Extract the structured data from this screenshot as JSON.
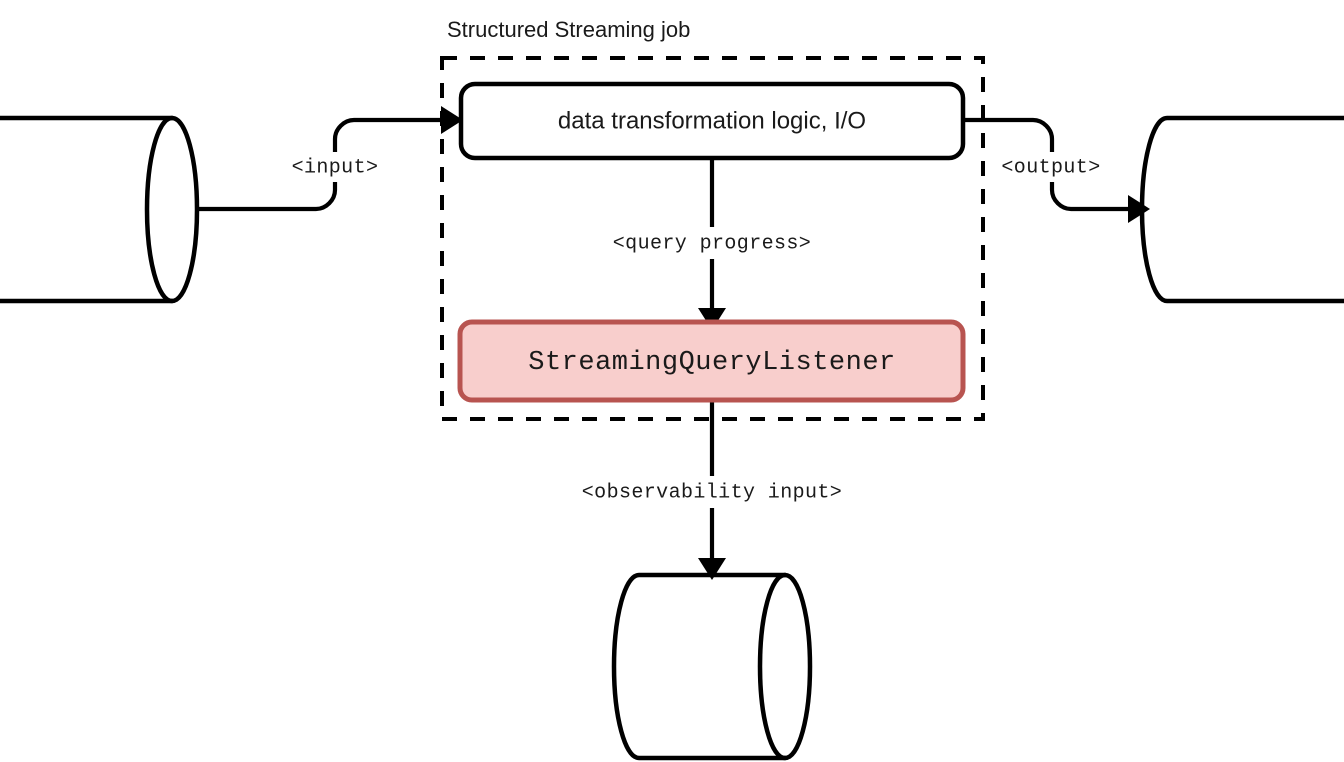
{
  "diagram": {
    "title": "Structured Streaming job",
    "background_color": "#ffffff",
    "stroke_color": "#000000",
    "boundary": {
      "label": "Structured Streaming job",
      "style": "dashed"
    },
    "nodes": {
      "transform_box": {
        "label": "data transformation logic, I/O",
        "shape": "rounded-rectangle",
        "fill": "#ffffff",
        "border": "#000000"
      },
      "listener_box": {
        "label": "StreamingQueryListener",
        "shape": "rounded-rectangle",
        "fill": "#f8cecc",
        "border": "#b85450"
      },
      "source_store": {
        "label": "",
        "shape": "cylinder"
      },
      "sink_store": {
        "label": "",
        "shape": "cylinder"
      },
      "observability_store": {
        "label": "",
        "shape": "cylinder"
      }
    },
    "edges": [
      {
        "id": "input-edge",
        "label": "<input>",
        "from": "source_store",
        "to": "transform_box"
      },
      {
        "id": "output-edge",
        "label": "<output>",
        "from": "transform_box",
        "to": "sink_store"
      },
      {
        "id": "query-progress-edge",
        "label": "<query progress>",
        "from": "transform_box",
        "to": "listener_box"
      },
      {
        "id": "observability-edge",
        "label": "<observability input>",
        "from": "listener_box",
        "to": "observability_store"
      }
    ]
  }
}
